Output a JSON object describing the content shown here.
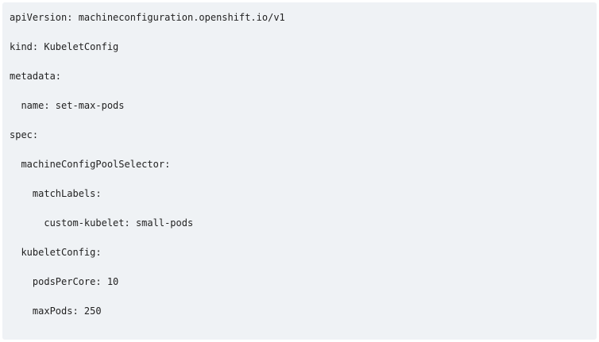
{
  "code_block": {
    "language": "yaml",
    "lines": [
      "apiVersion: machineconfiguration.openshift.io/v1",
      "kind: KubeletConfig",
      "metadata:",
      "  name: set-max-pods",
      "spec:",
      "  machineConfigPoolSelector:",
      "    matchLabels:",
      "      custom-kubelet: small-pods",
      "  kubeletConfig:",
      "    podsPerCore: 10",
      "    maxPods: 250"
    ]
  },
  "colors": {
    "background": "#eff2f5",
    "text": "#222222",
    "page": "#ffffff"
  }
}
